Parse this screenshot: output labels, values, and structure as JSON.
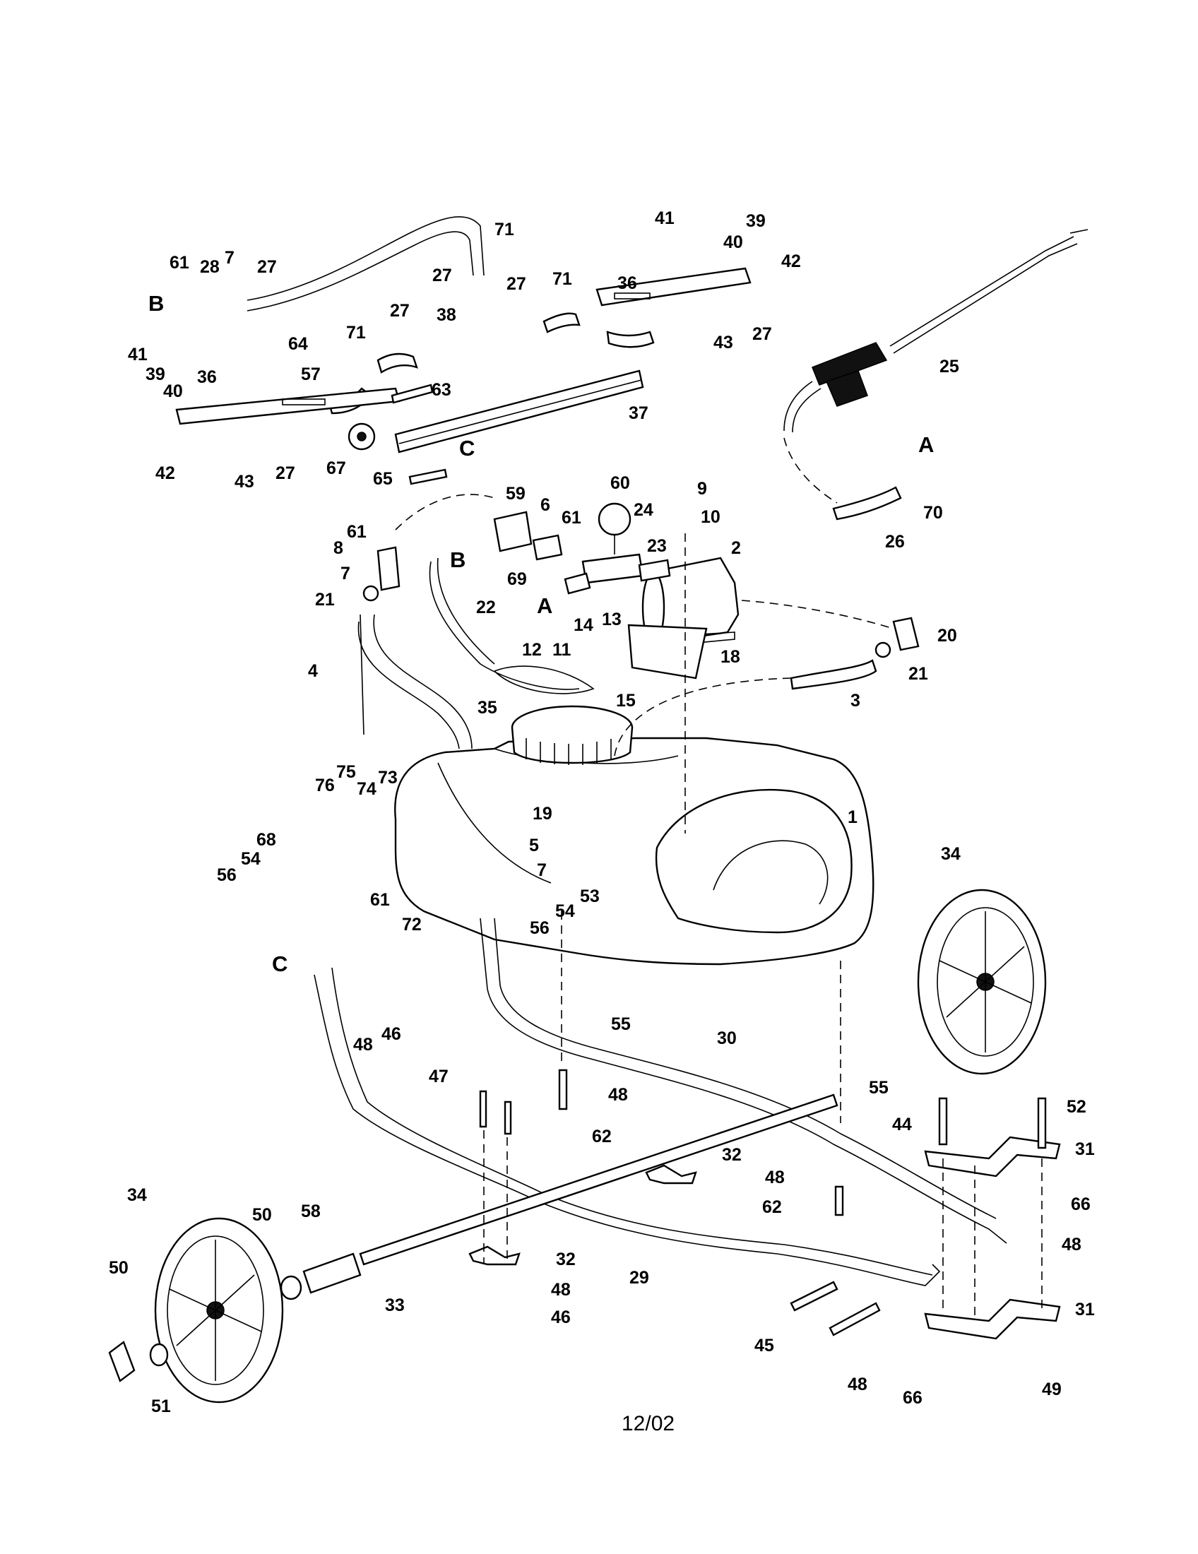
{
  "diagram": {
    "callouts": [
      {
        "id": "c-71a",
        "label": "71"
      },
      {
        "id": "c-61a",
        "label": "61"
      },
      {
        "id": "c-28",
        "label": "28"
      },
      {
        "id": "c-7a",
        "label": "7"
      },
      {
        "id": "c-27a",
        "label": "27"
      },
      {
        "id": "c-27b",
        "label": "27"
      },
      {
        "id": "c-27c",
        "label": "27"
      },
      {
        "id": "c-38",
        "label": "38"
      },
      {
        "id": "c-27d",
        "label": "27"
      },
      {
        "id": "c-71b",
        "label": "71"
      },
      {
        "id": "c-71c",
        "label": "71"
      },
      {
        "id": "c-36a",
        "label": "36"
      },
      {
        "id": "c-41a",
        "label": "41"
      },
      {
        "id": "c-39a",
        "label": "39"
      },
      {
        "id": "c-40a",
        "label": "40"
      },
      {
        "id": "c-42a",
        "label": "42"
      },
      {
        "id": "c-43a",
        "label": "43"
      },
      {
        "id": "c-27e",
        "label": "27"
      },
      {
        "id": "c-41b",
        "label": "41"
      },
      {
        "id": "c-39b",
        "label": "39"
      },
      {
        "id": "c-40b",
        "label": "40"
      },
      {
        "id": "c-36b",
        "label": "36"
      },
      {
        "id": "c-64",
        "label": "64"
      },
      {
        "id": "c-57",
        "label": "57"
      },
      {
        "id": "c-42b",
        "label": "42"
      },
      {
        "id": "c-43b",
        "label": "43"
      },
      {
        "id": "c-27f",
        "label": "27"
      },
      {
        "id": "c-63",
        "label": "63"
      },
      {
        "id": "c-37",
        "label": "37"
      },
      {
        "id": "c-67",
        "label": "67"
      },
      {
        "id": "c-65",
        "label": "65"
      },
      {
        "id": "c-25",
        "label": "25"
      },
      {
        "id": "c-70",
        "label": "70"
      },
      {
        "id": "c-26",
        "label": "26"
      },
      {
        "id": "c-59",
        "label": "59"
      },
      {
        "id": "c-6",
        "label": "6"
      },
      {
        "id": "c-60",
        "label": "60"
      },
      {
        "id": "c-61b",
        "label": "61"
      },
      {
        "id": "c-24",
        "label": "24"
      },
      {
        "id": "c-9",
        "label": "9"
      },
      {
        "id": "c-10",
        "label": "10"
      },
      {
        "id": "c-23",
        "label": "23"
      },
      {
        "id": "c-2",
        "label": "2"
      },
      {
        "id": "c-69",
        "label": "69"
      },
      {
        "id": "c-61c",
        "label": "61"
      },
      {
        "id": "c-8",
        "label": "8"
      },
      {
        "id": "c-7b",
        "label": "7"
      },
      {
        "id": "c-21a",
        "label": "21"
      },
      {
        "id": "c-22",
        "label": "22"
      },
      {
        "id": "c-14",
        "label": "14"
      },
      {
        "id": "c-13",
        "label": "13"
      },
      {
        "id": "c-12",
        "label": "12"
      },
      {
        "id": "c-11",
        "label": "11"
      },
      {
        "id": "c-18",
        "label": "18"
      },
      {
        "id": "c-20",
        "label": "20"
      },
      {
        "id": "c-21b",
        "label": "21"
      },
      {
        "id": "c-4",
        "label": "4"
      },
      {
        "id": "c-15",
        "label": "15"
      },
      {
        "id": "c-3",
        "label": "3"
      },
      {
        "id": "c-35",
        "label": "35"
      },
      {
        "id": "c-75",
        "label": "75"
      },
      {
        "id": "c-76",
        "label": "76"
      },
      {
        "id": "c-74",
        "label": "74"
      },
      {
        "id": "c-73",
        "label": "73"
      },
      {
        "id": "c-19",
        "label": "19"
      },
      {
        "id": "c-1",
        "label": "1"
      },
      {
        "id": "c-68",
        "label": "68"
      },
      {
        "id": "c-5",
        "label": "5"
      },
      {
        "id": "c-54a",
        "label": "54"
      },
      {
        "id": "c-56a",
        "label": "56"
      },
      {
        "id": "c-7c",
        "label": "7"
      },
      {
        "id": "c-61d",
        "label": "61"
      },
      {
        "id": "c-72",
        "label": "72"
      },
      {
        "id": "c-53",
        "label": "53"
      },
      {
        "id": "c-54b",
        "label": "54"
      },
      {
        "id": "c-56b",
        "label": "56"
      },
      {
        "id": "c-34a",
        "label": "34"
      },
      {
        "id": "c-55a",
        "label": "55"
      },
      {
        "id": "c-48a",
        "label": "48"
      },
      {
        "id": "c-46a",
        "label": "46"
      },
      {
        "id": "c-30",
        "label": "30"
      },
      {
        "id": "c-47",
        "label": "47"
      },
      {
        "id": "c-48b",
        "label": "48"
      },
      {
        "id": "c-62a",
        "label": "62"
      },
      {
        "id": "c-55b",
        "label": "55"
      },
      {
        "id": "c-52",
        "label": "52"
      },
      {
        "id": "c-44",
        "label": "44"
      },
      {
        "id": "c-31a",
        "label": "31"
      },
      {
        "id": "c-32a",
        "label": "32"
      },
      {
        "id": "c-48c",
        "label": "48"
      },
      {
        "id": "c-62b",
        "label": "62"
      },
      {
        "id": "c-66a",
        "label": "66"
      },
      {
        "id": "c-48d",
        "label": "48"
      },
      {
        "id": "c-34b",
        "label": "34"
      },
      {
        "id": "c-50a",
        "label": "50"
      },
      {
        "id": "c-58",
        "label": "58"
      },
      {
        "id": "c-50b",
        "label": "50"
      },
      {
        "id": "c-32b",
        "label": "32"
      },
      {
        "id": "c-48e",
        "label": "48"
      },
      {
        "id": "c-29",
        "label": "29"
      },
      {
        "id": "c-33",
        "label": "33"
      },
      {
        "id": "c-46b",
        "label": "46"
      },
      {
        "id": "c-31b",
        "label": "31"
      },
      {
        "id": "c-45",
        "label": "45"
      },
      {
        "id": "c-49",
        "label": "49"
      },
      {
        "id": "c-48f",
        "label": "48"
      },
      {
        "id": "c-66b",
        "label": "66"
      },
      {
        "id": "c-51",
        "label": "51"
      }
    ],
    "letters": [
      {
        "id": "l-B1",
        "label": "B"
      },
      {
        "id": "l-C1",
        "label": "C"
      },
      {
        "id": "l-A1",
        "label": "A"
      },
      {
        "id": "l-B2",
        "label": "B"
      },
      {
        "id": "l-A2",
        "label": "A"
      },
      {
        "id": "l-C2",
        "label": "C"
      }
    ],
    "footer": "12/02"
  }
}
